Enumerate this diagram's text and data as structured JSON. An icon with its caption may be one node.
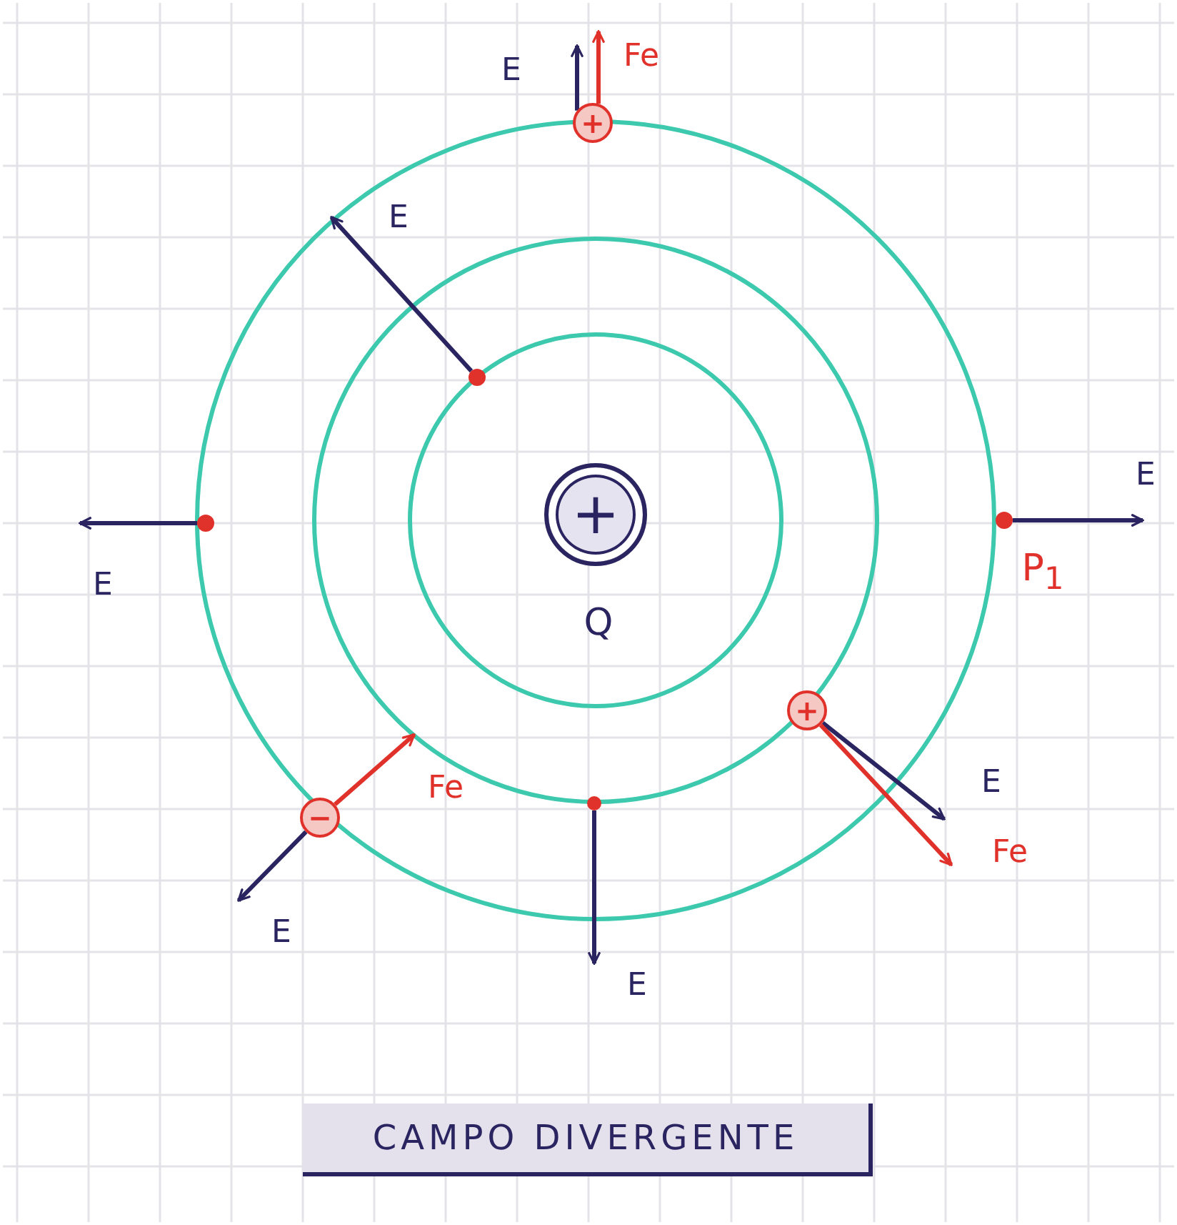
{
  "diagram": {
    "title": "CAMPO DIVERGENTE",
    "nodes": [
      {
        "text": [
          "+"
        ],
        "beside": [
          "Q"
        ]
      },
      {
        "text": [
          "+"
        ]
      },
      {
        "text": [],
        "shape": "circle"
      },
      {
        "text": [],
        "shape": "circle"
      },
      {
        "text": [],
        "shape": "circle",
        "beside": [
          "P$_{1}$"
        ]
      },
      {
        "text": [
          "+"
        ]
      },
      {
        "text": [
          "−"
        ]
      },
      {
        "text": [],
        "shape": "circle"
      }
    ],
    "edges": [
      {
        "from": 1,
        "to": null,
        "arrow": "to",
        "label": "E"
      },
      {
        "from": 1,
        "to": null,
        "arrow": "to",
        "label": "Fe",
        "color": "#e0312b"
      },
      {
        "from": 2,
        "to": null,
        "arrow": "to",
        "label": "E"
      },
      {
        "from": 3,
        "to": null,
        "arrow": "to",
        "label": "E"
      },
      {
        "from": 4,
        "to": null,
        "arrow": "to",
        "label": "E"
      },
      {
        "from": 5,
        "to": null,
        "arrow": "to",
        "label": "E"
      },
      {
        "from": 5,
        "to": null,
        "arrow": "to",
        "label": "Fe",
        "color": "#e0312b"
      },
      {
        "from": 6,
        "to": null,
        "arrow": "to",
        "label": "Fe",
        "color": "#e0312b"
      },
      {
        "from": 6,
        "to": null,
        "arrow": "to",
        "label": "E"
      },
      {
        "from": 7,
        "to": null,
        "arrow": "to",
        "label": "E"
      }
    ]
  }
}
